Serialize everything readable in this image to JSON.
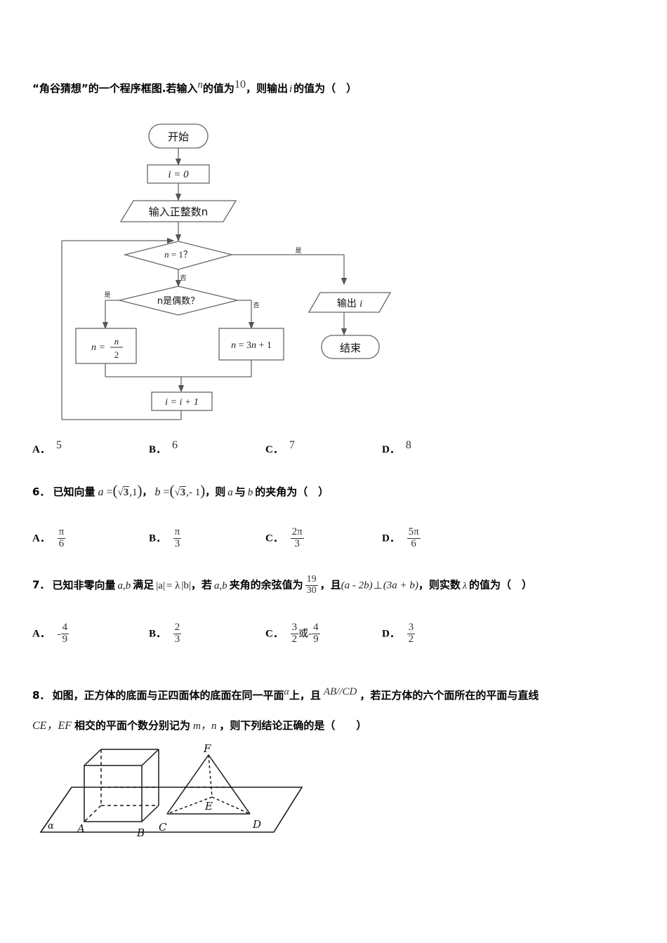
{
  "document": {
    "kind": "math-exam-page",
    "language": "zh-CN"
  },
  "question5": {
    "stem_prefix": "“角谷猜想”的一个程序框图.若输入",
    "stem_var": "n",
    "stem_mid": "的值为",
    "stem_value": "10",
    "stem_suffix_a": "，则输出",
    "stem_var2": "i",
    "stem_suffix_b": "的值为（　）",
    "options": [
      {
        "label": "A．",
        "value": "5"
      },
      {
        "label": "B．",
        "value": "6"
      },
      {
        "label": "C．",
        "value": "7"
      },
      {
        "label": "D．",
        "value": "8"
      }
    ],
    "flowchart": {
      "title": "角谷猜想程序框图",
      "nodes": {
        "start": "开始",
        "init_i": "i = 0",
        "input_n": "输入正整数n",
        "decision_n_eq_1": "n = 1？",
        "decision_n_even": "n是偶数？",
        "assign_half": "n = n/2",
        "assign_half_lhs": "n =",
        "assign_half_num": "n",
        "assign_half_den": "2",
        "assign_3n1": "n = 3n + 1",
        "increment_i": "i = i + 1",
        "output_i": "输出 i",
        "end": "结束"
      },
      "edge_labels": {
        "yes": "是",
        "no": "否",
        "even_yes": "是",
        "even_no": "否"
      }
    }
  },
  "question6": {
    "number": "6．",
    "stem_a": "已知向量",
    "vec_a": "a",
    "eq": "=",
    "vec_a_value_open": "(",
    "vec_a_value": "√3,1",
    "vec_a_value_close": ")",
    "comma": "，",
    "vec_b": "b",
    "vec_b_value": "√3,-1",
    "stem_b": "则",
    "stem_c": "与",
    "stem_d": "的夹角为（　）",
    "options": [
      {
        "label": "A．",
        "num": "π",
        "den": "6"
      },
      {
        "label": "B．",
        "num": "π",
        "den": "3"
      },
      {
        "label": "C．",
        "num": "2π",
        "den": "3"
      },
      {
        "label": "D．",
        "num": "5π",
        "den": "6"
      }
    ]
  },
  "question7": {
    "number": "7．",
    "stem_a": "已知非零向量",
    "vars_ab": "a,b",
    "stem_b": "满足",
    "abs_a": "|a|",
    "eq_lambda": "= λ",
    "abs_b": "|b|",
    "stem_c": "，若",
    "vars_ab2": "a,b",
    "stem_d": "夹角的余弦值为",
    "cos_num": "19",
    "cos_den": "30",
    "stem_e": "，且",
    "perp_left": "(a - 2b)",
    "perp_sym": "⊥",
    "perp_right": "(3a + b)",
    "stem_f": "，则实数",
    "lambda": "λ",
    "stem_g": "的值为（　）",
    "options": [
      {
        "label": "A．",
        "sign": "-",
        "num": "4",
        "den": "9",
        "extra": ""
      },
      {
        "label": "B．",
        "sign": "",
        "num": "2",
        "den": "3",
        "extra": ""
      },
      {
        "label": "C．",
        "sign": "",
        "num": "3",
        "den": "2",
        "extra": "或",
        "sign2": "-",
        "num2": "4",
        "den2": "9"
      },
      {
        "label": "D．",
        "sign": "",
        "num": "3",
        "den": "2",
        "extra": ""
      }
    ]
  },
  "question8": {
    "number": "8．",
    "line1_a": "如图，正方体的底面与正四面体的底面在同一平面",
    "plane_alpha": "α",
    "line1_b": "上，且",
    "parallel_expr": "AB//CD",
    "line1_c": "，若正方体的六个面所在的平面与直线",
    "line2_a": "CE，EF",
    "line2_b": "相交的平面个数分别记为",
    "vars_mn": "m，n",
    "line2_c": "，则下列结论正确的是（　　）",
    "figure": {
      "name": "cube-and-tetrahedron-on-plane",
      "labels": {
        "alpha": "α",
        "A": "A",
        "B": "B",
        "C": "C",
        "D": "D",
        "E": "E",
        "F": "F"
      }
    }
  },
  "colors": {
    "ink": "#000000",
    "line": "#4a4a4a",
    "math": "#333333"
  }
}
